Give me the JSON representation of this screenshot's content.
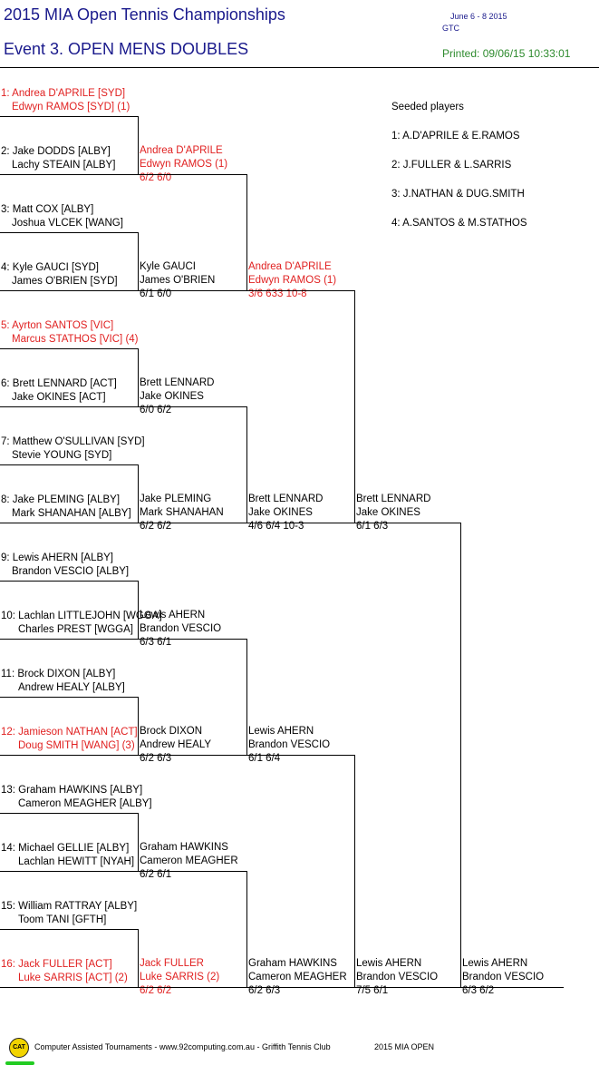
{
  "header": {
    "title": "2015 MIA Open Tennis Championships",
    "event": "Event 3. OPEN MENS DOUBLES",
    "dates": "June 6 - 8  2015",
    "venue": "GTC",
    "printed": "Printed: 09/06/15 10:33:01"
  },
  "seeds": {
    "heading": "Seeded players",
    "list": [
      "1: A.D'APRILE & E.RAMOS",
      "2: J.FULLER & L.SARRIS",
      "3: J.NATHAN & DUG.SMITH",
      "4: A.SANTOS & M.STATHOS"
    ]
  },
  "r1": [
    {
      "a": "1: Andrea D'APRILE [SYD]",
      "b": "Edwyn RAMOS [SYD] (1)",
      "seeded": true
    },
    {
      "a": "2: Jake DODDS [ALBY]",
      "b": "Lachy STEAIN [ALBY]",
      "seeded": false
    },
    {
      "a": "3: Matt COX [ALBY]",
      "b": "Joshua VLCEK [WANG]",
      "seeded": false
    },
    {
      "a": "4: Kyle GAUCI [SYD]",
      "b": "James O'BRIEN [SYD]",
      "seeded": false
    },
    {
      "a": "5: Ayrton SANTOS [VIC]",
      "b": "Marcus STATHOS [VIC] (4)",
      "seeded": true
    },
    {
      "a": "6: Brett LENNARD [ACT]",
      "b": "Jake OKINES [ACT]",
      "seeded": false
    },
    {
      "a": "7: Matthew O'SULLIVAN [SYD]",
      "b": "Stevie YOUNG [SYD]",
      "seeded": false
    },
    {
      "a": "8: Jake PLEMING [ALBY]",
      "b": "Mark SHANAHAN [ALBY]",
      "seeded": false
    },
    {
      "a": "9: Lewis AHERN [ALBY]",
      "b": "Brandon VESCIO [ALBY]",
      "seeded": false
    },
    {
      "a": "10: Lachlan LITTLEJOHN [WGGA]",
      "b": "Charles PREST [WGGA]",
      "seeded": false
    },
    {
      "a": "11: Brock DIXON [ALBY]",
      "b": "Andrew HEALY [ALBY]",
      "seeded": false
    },
    {
      "a": "12: Jamieson NATHAN [ACT]",
      "b": "Doug SMITH [WANG] (3)",
      "seeded": true
    },
    {
      "a": "13: Graham HAWKINS [ALBY]",
      "b": "Cameron MEAGHER [ALBY]",
      "seeded": false
    },
    {
      "a": "14: Michael GELLIE [ALBY]",
      "b": "Lachlan HEWITT [NYAH]",
      "seeded": false
    },
    {
      "a": "15: William RATTRAY [ALBY]",
      "b": "Toom TANI [GFTH]",
      "seeded": false
    },
    {
      "a": "16: Jack FULLER [ACT]",
      "b": "Luke SARRIS [ACT] (2)",
      "seeded": true
    }
  ],
  "r2": [
    {
      "a": "Andrea D'APRILE",
      "b": "Edwyn RAMOS (1)",
      "score": "6/2 6/0",
      "seeded": true
    },
    {
      "a": "Kyle GAUCI",
      "b": "James O'BRIEN",
      "score": "6/1 6/0",
      "seeded": false
    },
    {
      "a": "Brett LENNARD",
      "b": "Jake OKINES",
      "score": "6/0 6/2",
      "seeded": false
    },
    {
      "a": "Jake PLEMING",
      "b": "Mark SHANAHAN",
      "score": "6/2 6/2",
      "seeded": false
    },
    {
      "a": "Lewis AHERN",
      "b": "Brandon VESCIO",
      "score": "6/3 6/1",
      "seeded": false
    },
    {
      "a": "Brock DIXON",
      "b": "Andrew HEALY",
      "score": "6/2 6/3",
      "seeded": false
    },
    {
      "a": "Graham HAWKINS",
      "b": "Cameron MEAGHER",
      "score": "6/2 6/1",
      "seeded": false
    },
    {
      "a": "Jack FULLER",
      "b": "Luke SARRIS (2)",
      "score": "6/2 6/2",
      "seeded": true
    }
  ],
  "r3": [
    {
      "a": "Andrea D'APRILE",
      "b": "Edwyn RAMOS (1)",
      "score": "3/6 633 10-8",
      "seeded": true
    },
    {
      "a": "Brett LENNARD",
      "b": "Jake OKINES",
      "score": "4/6 6/4 10-3",
      "seeded": false
    },
    {
      "a": "Lewis AHERN",
      "b": "Brandon VESCIO",
      "score": "6/1 6/4",
      "seeded": false
    },
    {
      "a": "Graham HAWKINS",
      "b": "Cameron MEAGHER",
      "score": "6/2 6/3",
      "seeded": false
    }
  ],
  "r4": [
    {
      "a": "Brett LENNARD",
      "b": "Jake OKINES",
      "score": "6/1 6/3",
      "seeded": false
    },
    {
      "a": "Lewis AHERN",
      "b": "Brandon VESCIO",
      "score": "7/5 6/1",
      "seeded": false
    }
  ],
  "r5": [
    {
      "a": "Lewis AHERN",
      "b": "Brandon VESCIO",
      "score": "6/3 6/2",
      "seeded": false
    }
  ],
  "footer": {
    "logo": "CAT",
    "text": "Computer Assisted Tournaments - www.92computing.com.au -  Griffith Tennis Club",
    "event": "2015 MIA OPEN"
  }
}
